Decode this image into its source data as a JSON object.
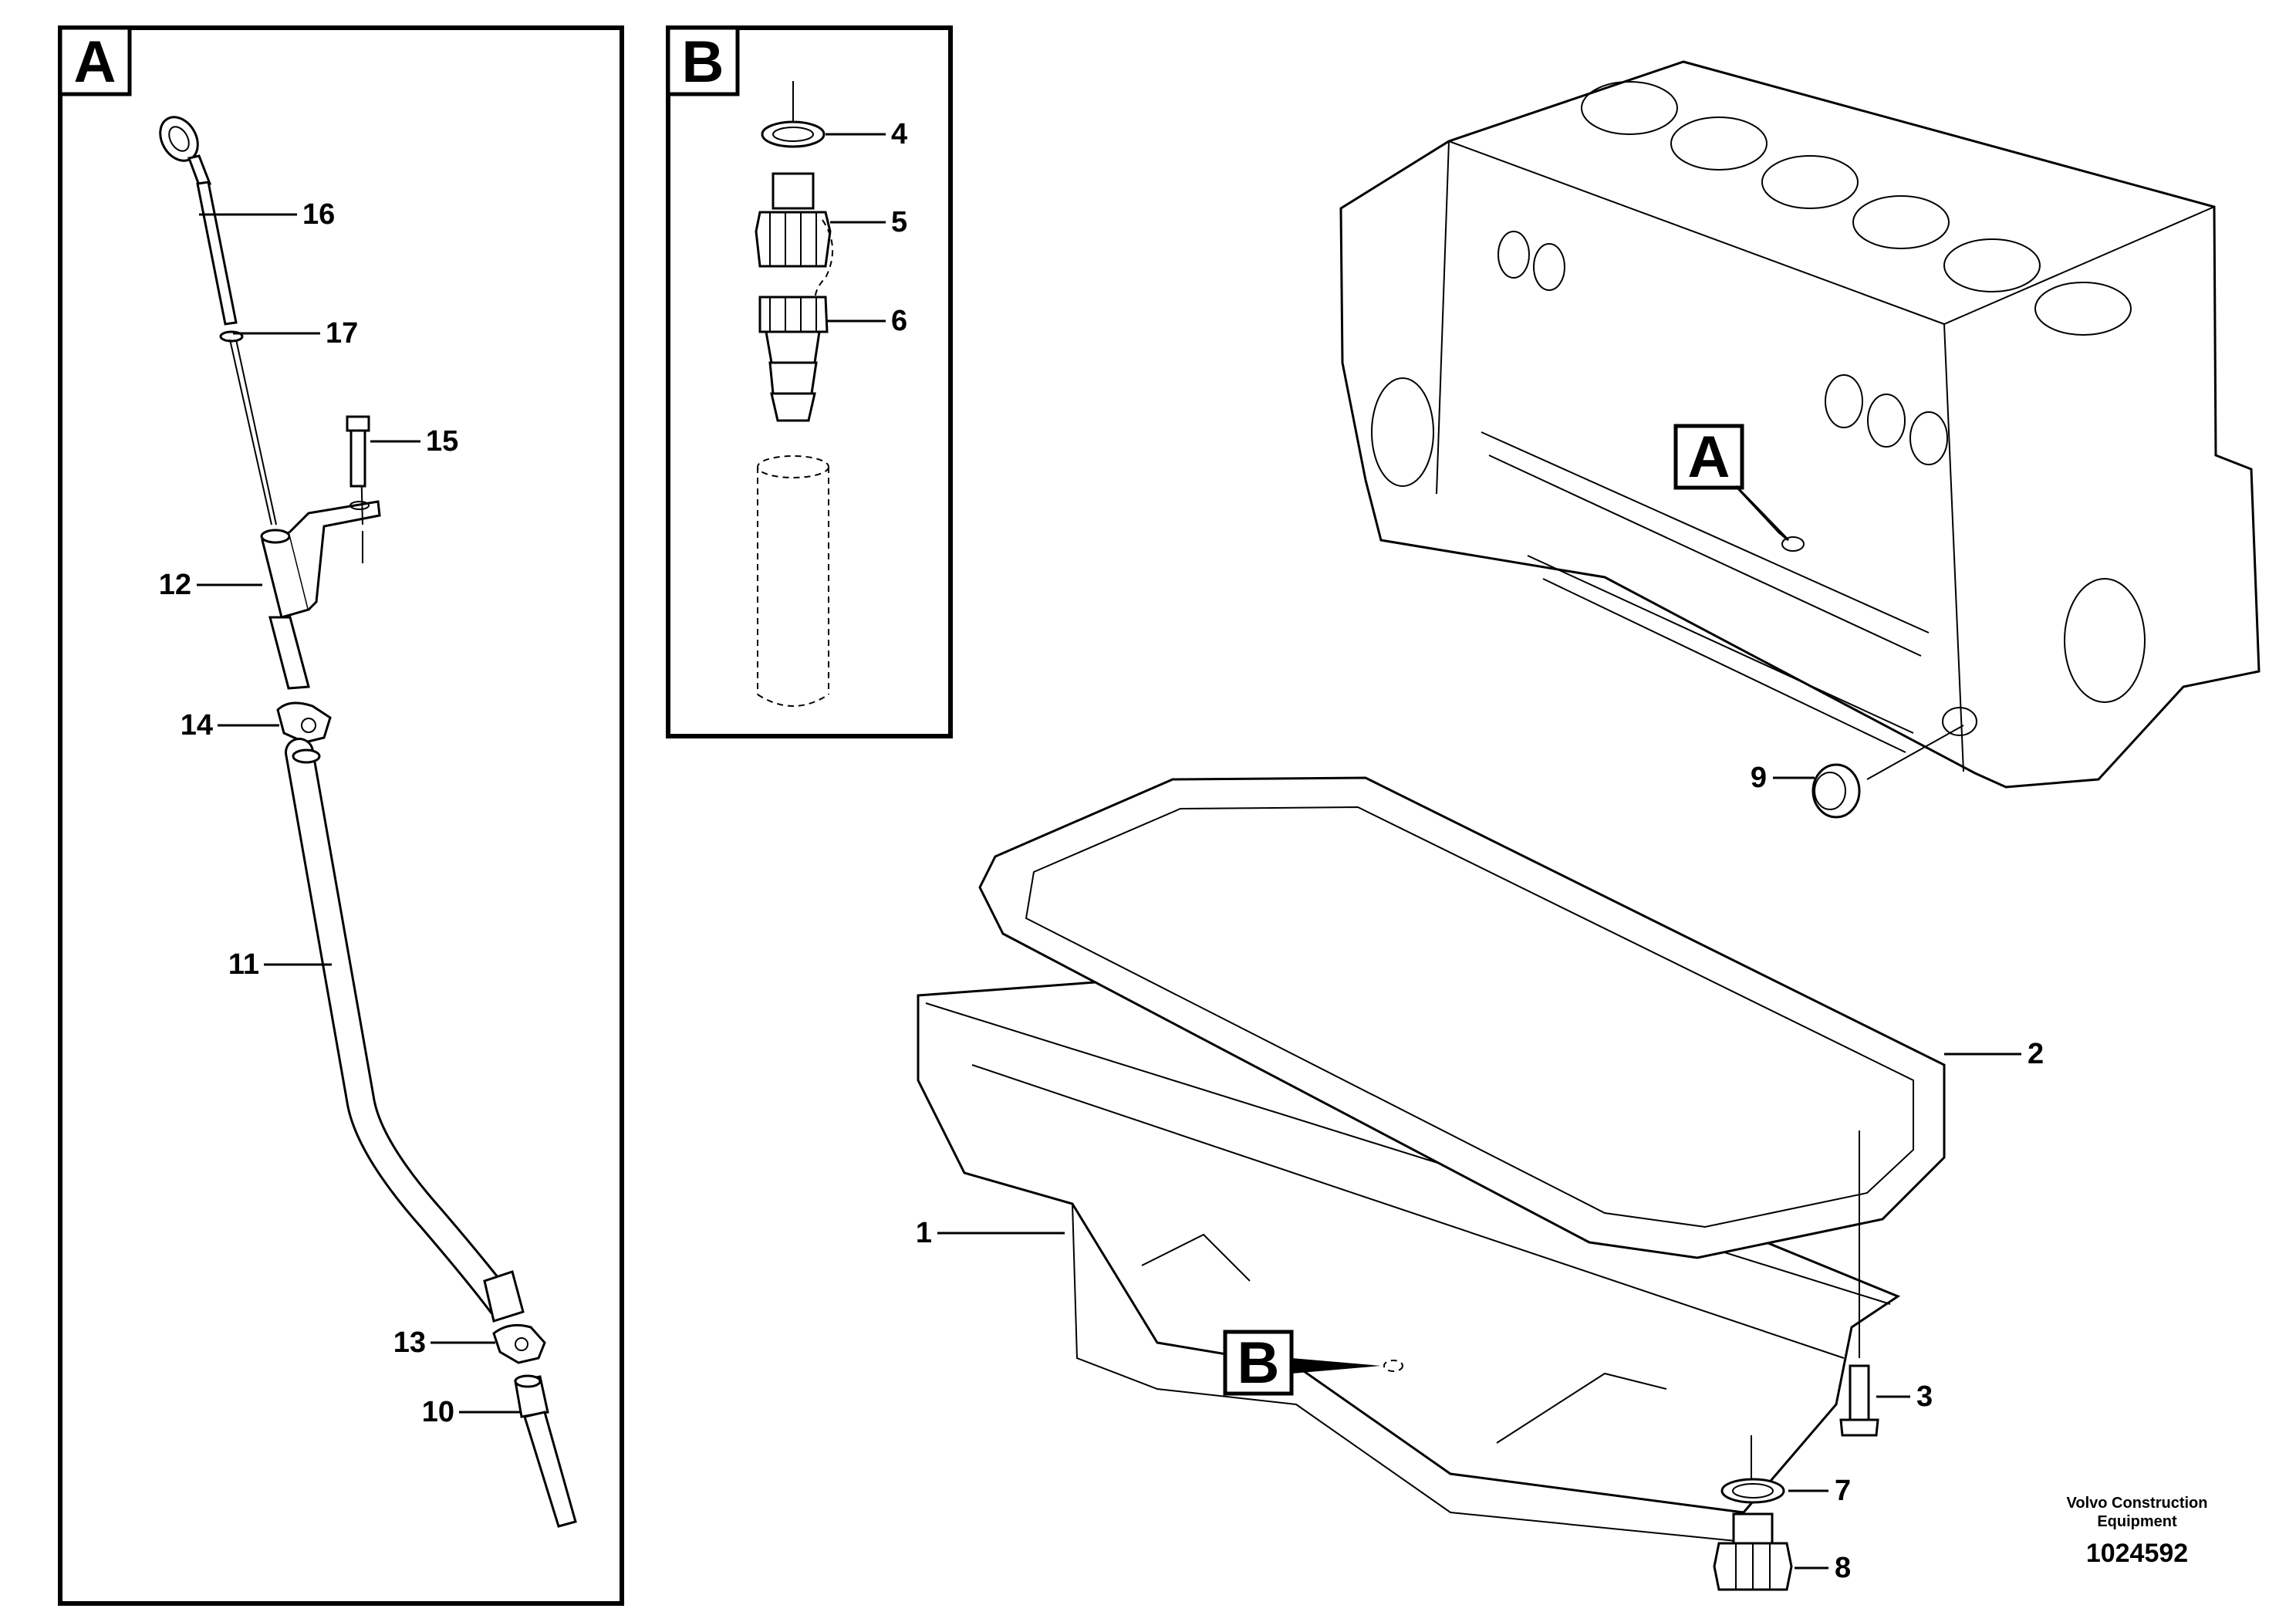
{
  "panels": {
    "a": {
      "letter": "A"
    },
    "b": {
      "letter": "B"
    }
  },
  "callouts": {
    "engine_a": "A",
    "pan_b": "B"
  },
  "part_labels": {
    "p1": "1",
    "p2": "2",
    "p3": "3",
    "p4": "4",
    "p5": "5",
    "p6": "6",
    "p7": "7",
    "p8": "8",
    "p9": "9",
    "p10": "10",
    "p11": "11",
    "p12": "12",
    "p13": "13",
    "p14": "14",
    "p15": "15",
    "p16": "16",
    "p17": "17"
  },
  "footer": {
    "brand_line1": "Volvo Construction",
    "brand_line2": "Equipment",
    "drawing_number": "1024592"
  }
}
